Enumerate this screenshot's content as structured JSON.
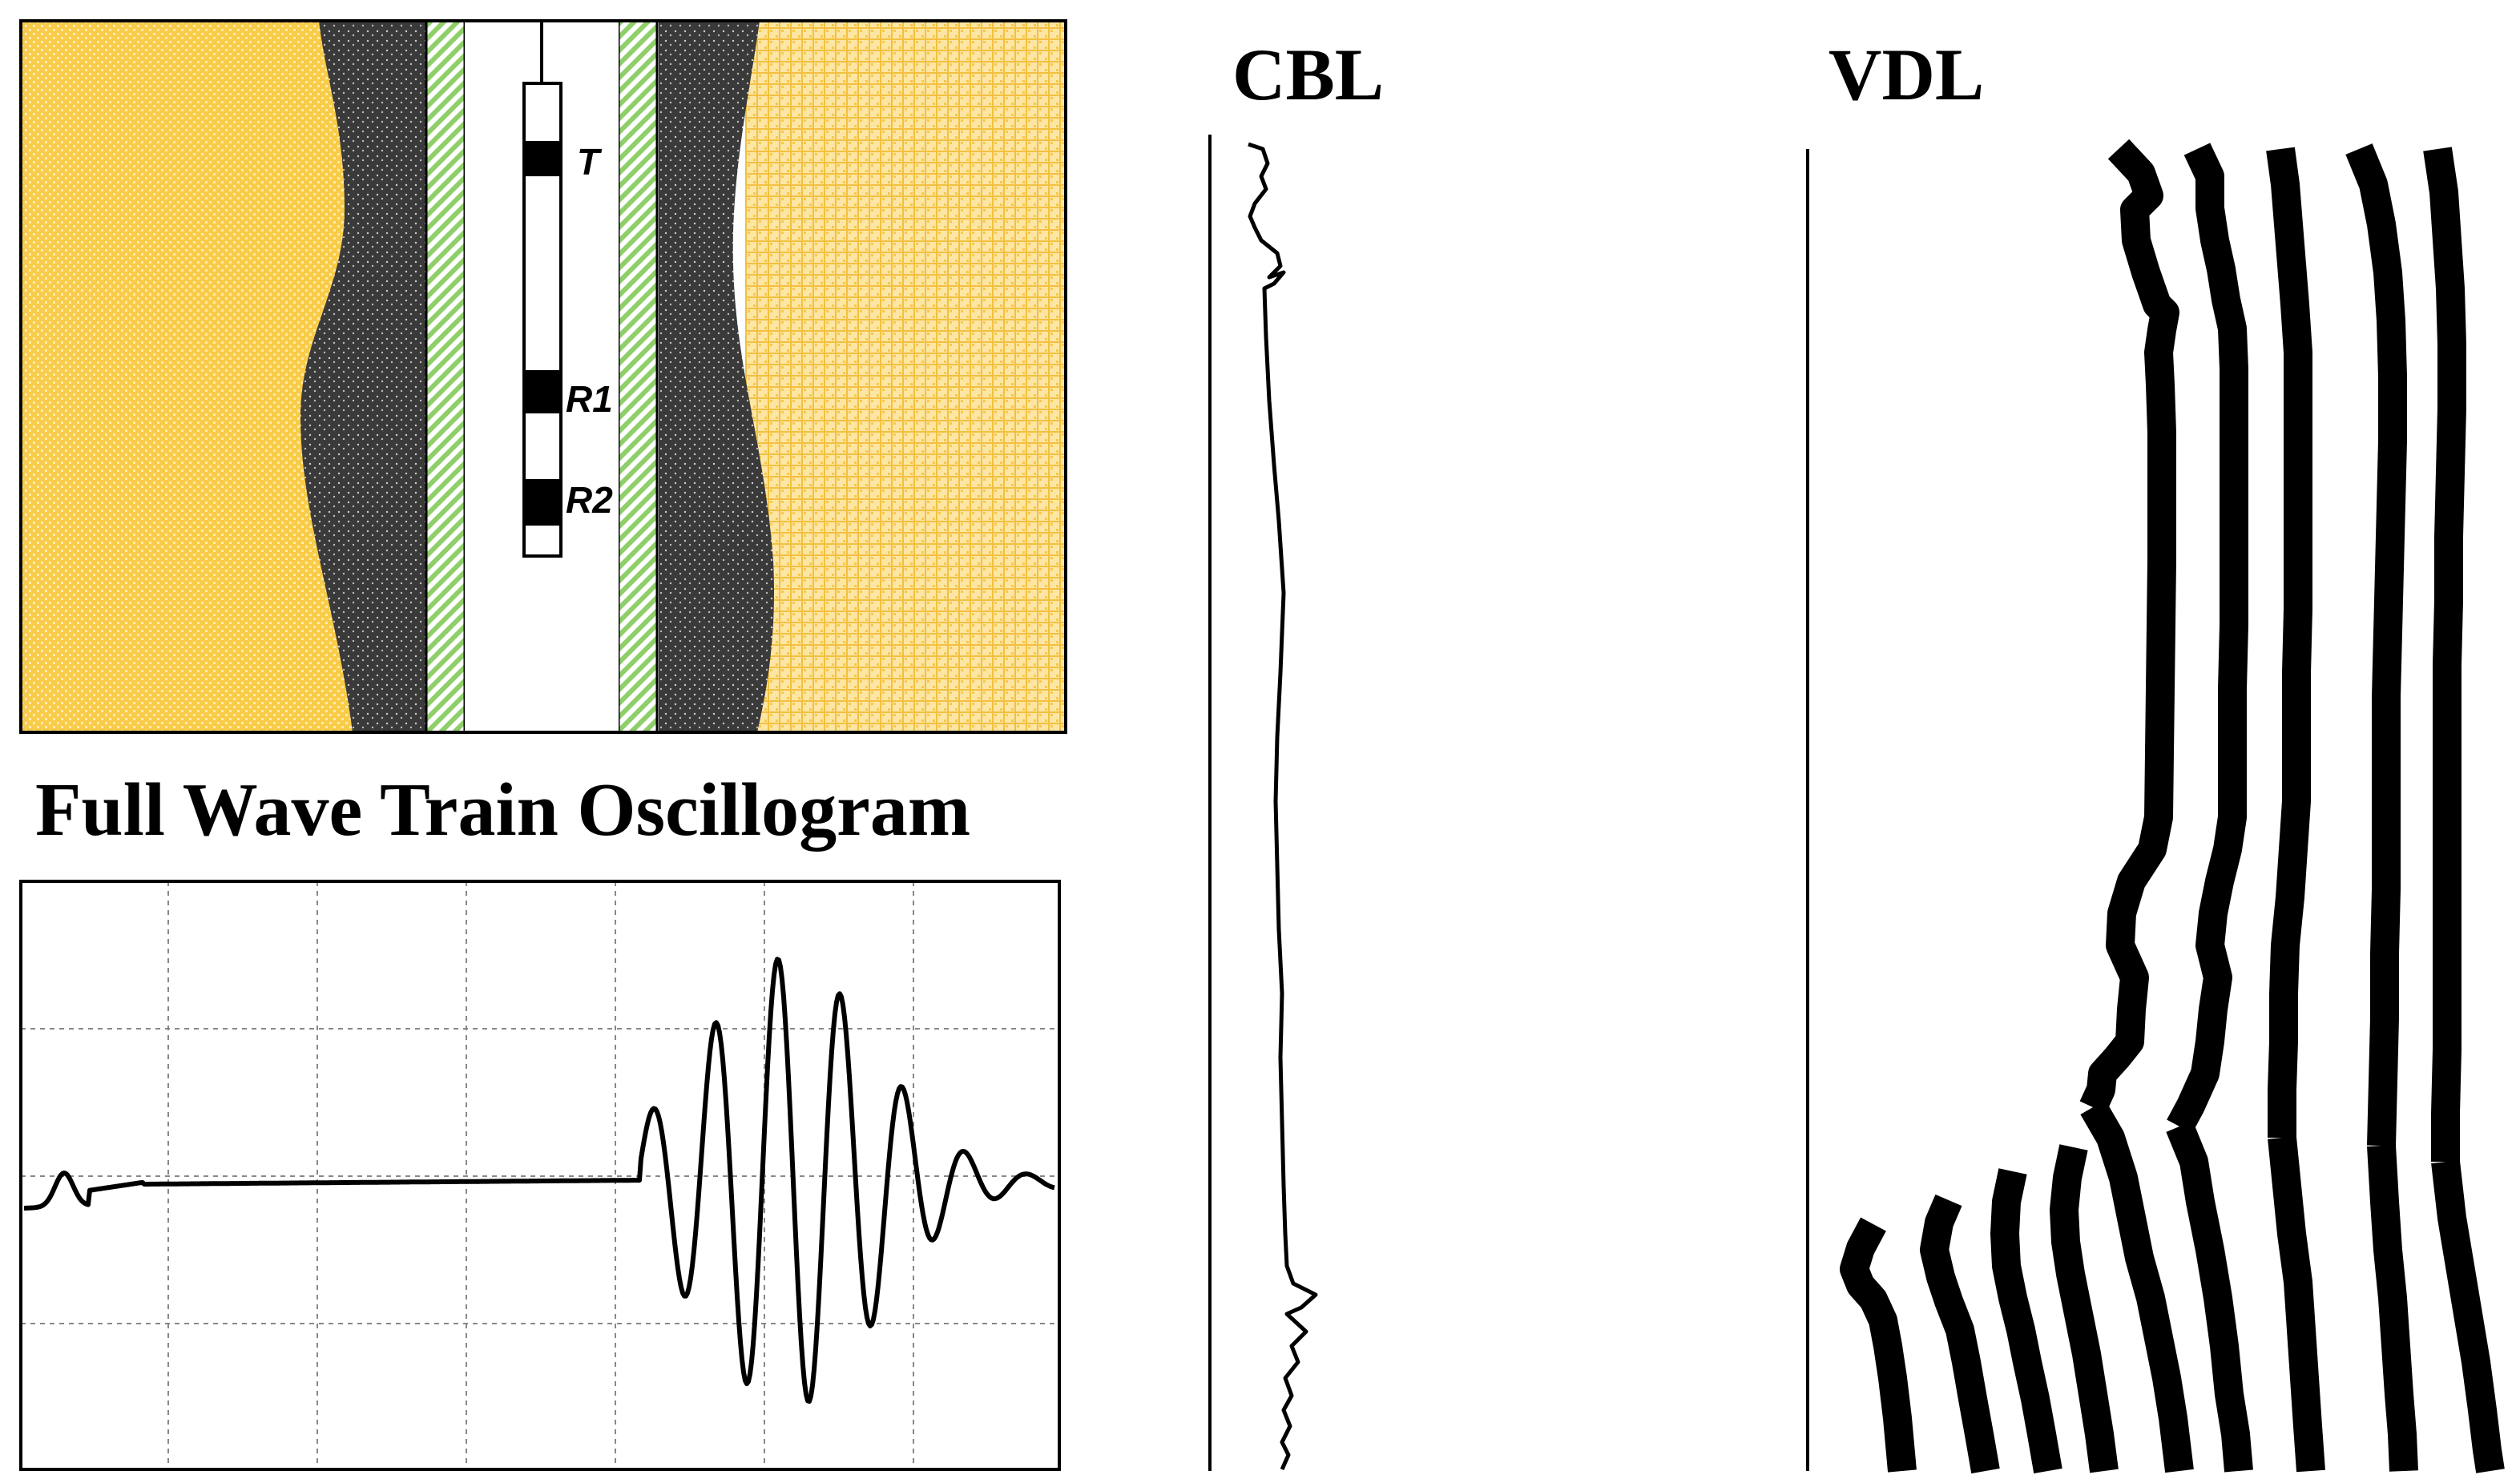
{
  "borehole": {
    "tool_labels": [
      "T",
      "R1",
      "R2"
    ]
  },
  "oscillogram": {
    "title": "Full Wave Train Oscillogram"
  },
  "logs": {
    "cbl_title": "CBL",
    "vdl_title": "VDL"
  },
  "colors": {
    "formation": "#f7cc4a",
    "cement": "#3a3a3a",
    "casing": "#8fcf6a",
    "ink": "#000000"
  },
  "icons": [
    "transmitter-icon",
    "receiver-icon"
  ]
}
